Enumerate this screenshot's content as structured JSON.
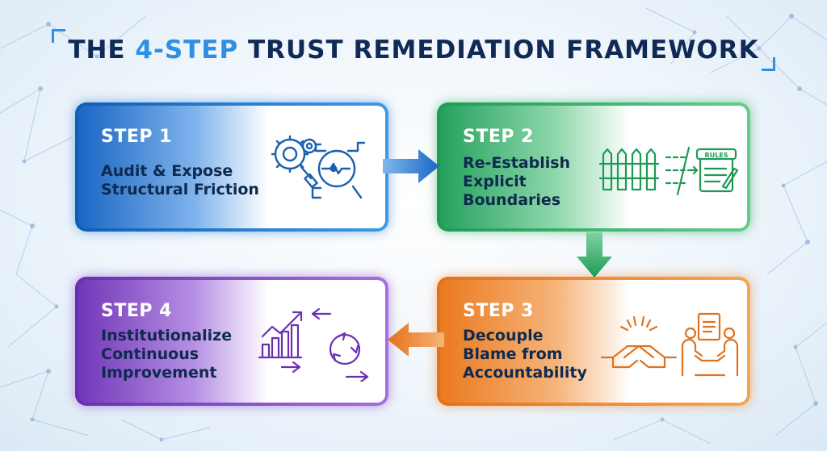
{
  "title": {
    "part1": "THE ",
    "accent": "4-STEP",
    "part2": " TRUST REMEDIATION FRAMEWORK"
  },
  "steps": [
    {
      "label": "STEP 1",
      "desc_lines": [
        "Audit & Expose",
        "Structural Friction"
      ]
    },
    {
      "label": "STEP 2",
      "desc_lines": [
        "Re-Establish",
        "Explicit",
        "Boundaries"
      ]
    },
    {
      "label": "STEP 3",
      "desc_lines": [
        "Decouple",
        "Blame from",
        "Accountability"
      ]
    },
    {
      "label": "STEP 4",
      "desc_lines": [
        "Institutionalize",
        "Continuous",
        "Improvement"
      ]
    }
  ],
  "icons": {
    "step1": "magnifier-gears-pipes-icon",
    "step2": "fence-rules-icon",
    "step3": "pointing-hands-handshake-icon",
    "step4": "growth-chart-cycle-icon"
  },
  "rules_sign": "RULES",
  "colors": {
    "step1": "#1b66c4",
    "step2": "#25a15c",
    "step3": "#ea7a1f",
    "step4": "#7236b8",
    "title": "#0f2a55",
    "accent": "#2f8fe3"
  }
}
